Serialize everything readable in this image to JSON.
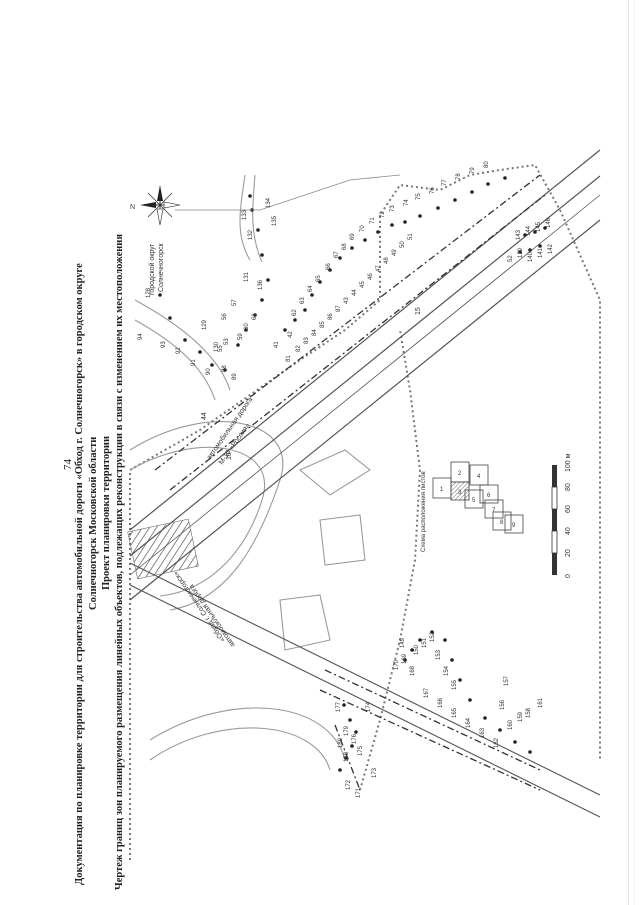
{
  "page_number": "74",
  "title_lines": [
    "Документация по планировке территории для строительства автомобильной дороги «Обход г. Солнечногорск» в городском округе",
    "Солнечногорск Московской области",
    "Проект планировки территории",
    "Чертеж границ зон планируемого размещения линейных объектов, подлежащих реконструкции в связи с изменением их местоположения"
  ],
  "map": {
    "highway_label_1": "автомобильная дорога",
    "highway_label_2": "М-10 «Россия»",
    "local_road_label_1": "автомобильная дорога",
    "local_road_label_2": "«Обход г. Солнечногорск»",
    "district_label_1": "городской округ",
    "district_label_2": "Солнечногорск",
    "north_arrow_label": "N",
    "point_labels_upper": [
      "94",
      "128",
      "93",
      "92",
      "91",
      "90",
      "130",
      "88",
      "89",
      "56",
      "57",
      "131",
      "55",
      "53",
      "59",
      "60",
      "61",
      "129",
      "133",
      "132",
      "134",
      "135",
      "136",
      "41",
      "42",
      "62",
      "63",
      "64",
      "65",
      "66",
      "67",
      "68",
      "69",
      "70",
      "71",
      "72",
      "73",
      "74",
      "75",
      "76",
      "77",
      "78",
      "79",
      "80",
      "81",
      "82",
      "83",
      "84",
      "85",
      "86",
      "87",
      "43",
      "44",
      "45",
      "46",
      "47",
      "48",
      "49",
      "50",
      "51",
      "52",
      "139",
      "140",
      "141",
      "142",
      "143",
      "144",
      "145",
      "146"
    ],
    "point_labels_lower": [
      "170",
      "169",
      "149",
      "168",
      "150",
      "151",
      "152",
      "153",
      "154",
      "155",
      "167",
      "166",
      "165",
      "164",
      "163",
      "162",
      "161",
      "160",
      "159",
      "158",
      "157",
      "156",
      "180",
      "179",
      "178",
      "177",
      "176",
      "175",
      "174",
      "173",
      "172",
      "171"
    ],
    "road_label_44": "44",
    "road_label_16": "16",
    "road_label_15": "15"
  },
  "sheet_scheme": {
    "title": "Схема расположения листов",
    "sheets": [
      "1",
      "2",
      "3",
      "4",
      "5",
      "6",
      "7",
      "8",
      "9"
    ]
  },
  "scale_bar": {
    "ticks": [
      "0",
      "20",
      "40",
      "60",
      "80",
      "100 м"
    ]
  }
}
